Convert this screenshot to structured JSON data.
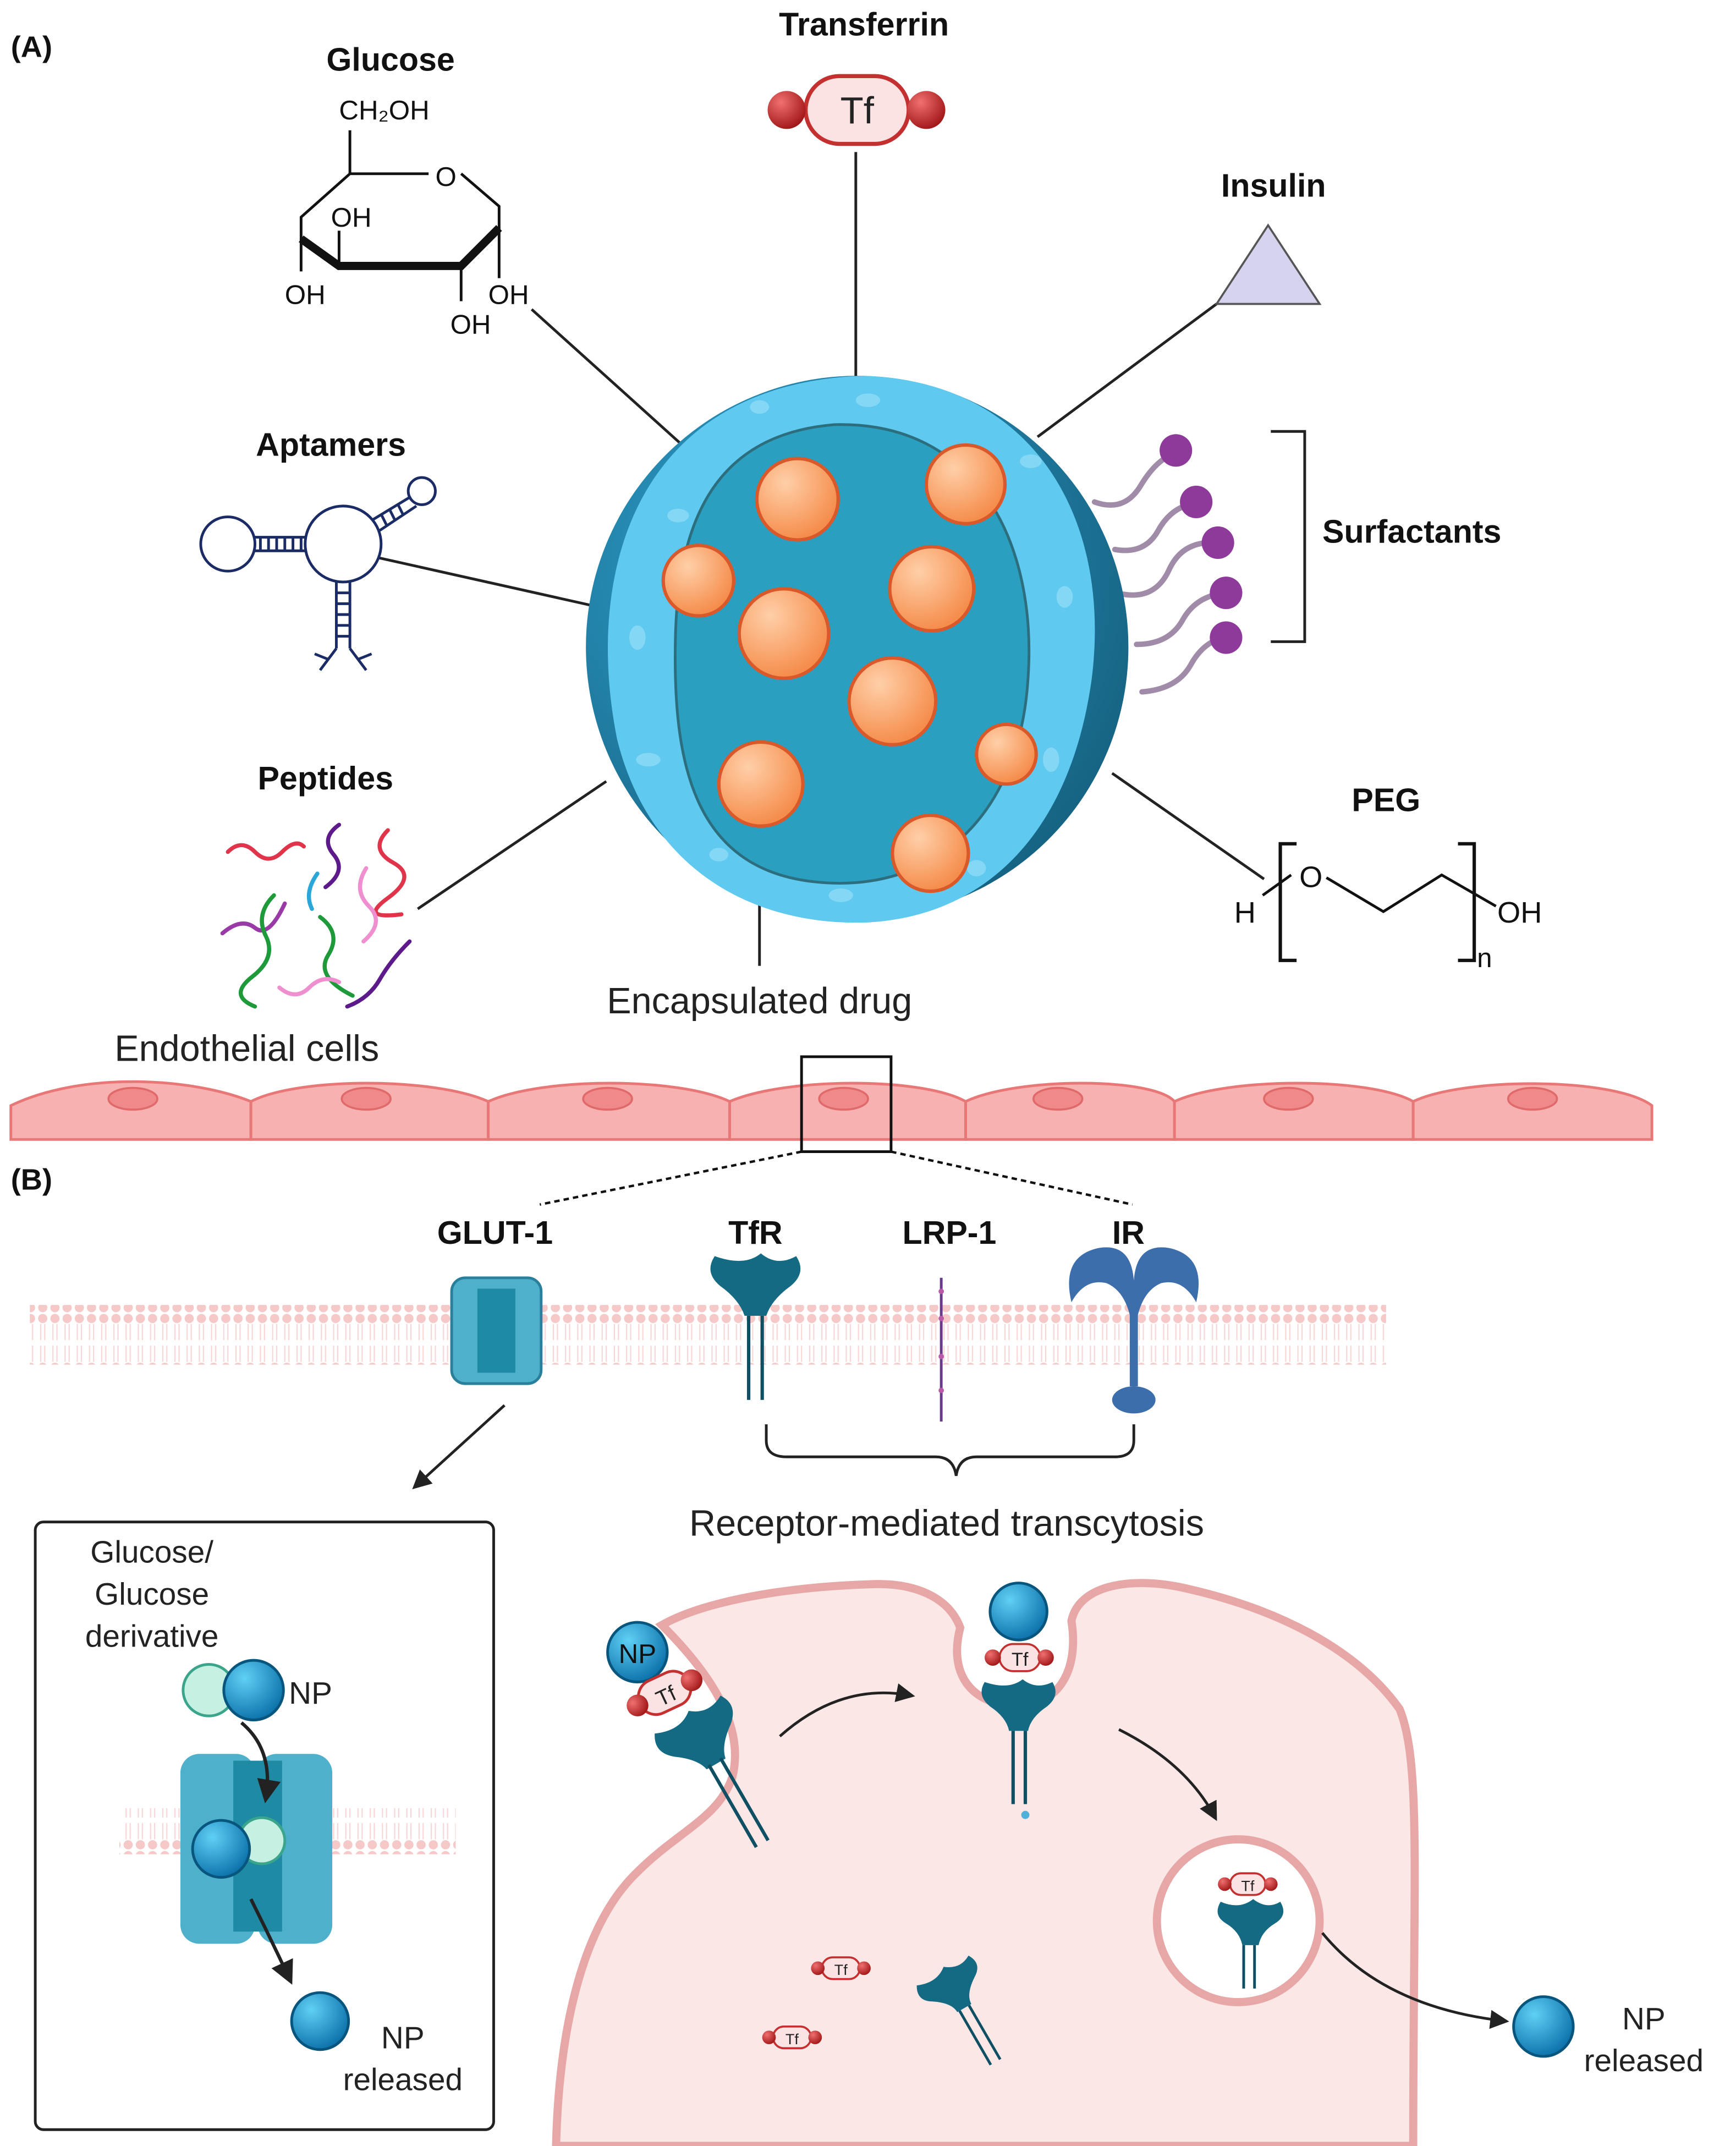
{
  "panel_a": {
    "label": "(A)",
    "ligands": {
      "glucose": {
        "title": "Glucose",
        "ch2oh": "CH₂OH",
        "ring_o": "O",
        "oh1": "OH",
        "oh2": "OH",
        "oh3": "OH",
        "oh4": "OH"
      },
      "transferrin": {
        "title": "Transferrin",
        "tf": "Tf"
      },
      "insulin": {
        "title": "Insulin"
      },
      "aptamers": {
        "title": "Aptamers"
      },
      "surfactants": {
        "title": "Surfactants"
      },
      "peptides": {
        "title": "Peptides"
      },
      "peg": {
        "title": "PEG",
        "h": "H",
        "o": "O",
        "oh": "OH",
        "n": "n"
      }
    },
    "encapsulated_drug": "Encapsulated drug",
    "endothelial_cells": "Endothelial cells"
  },
  "panel_b": {
    "label": "(B)",
    "receptors": {
      "glut1": "GLUT-1",
      "tfr": "TfR",
      "lrp1": "LRP-1",
      "ir": "IR"
    },
    "rmt_label": "Receptor-mediated transcytosis",
    "glucose_box": {
      "line1": "Glucose/",
      "line2": "Glucose",
      "line3": "derivative",
      "np": "NP",
      "released_np": "NP",
      "released": "released"
    },
    "transcytosis": {
      "np_badge": "NP",
      "tf": "Tf",
      "released_np": "NP",
      "released": "released"
    }
  },
  "colors": {
    "nanoparticle": "#1f7ea3",
    "shell": "#5fcaf0",
    "drug": "#f5965a",
    "endothelial": "#f7b2b2",
    "transferrin": "#cc2a2a",
    "surfactant": "#8e3a9b",
    "receptor": "#136a82"
  }
}
